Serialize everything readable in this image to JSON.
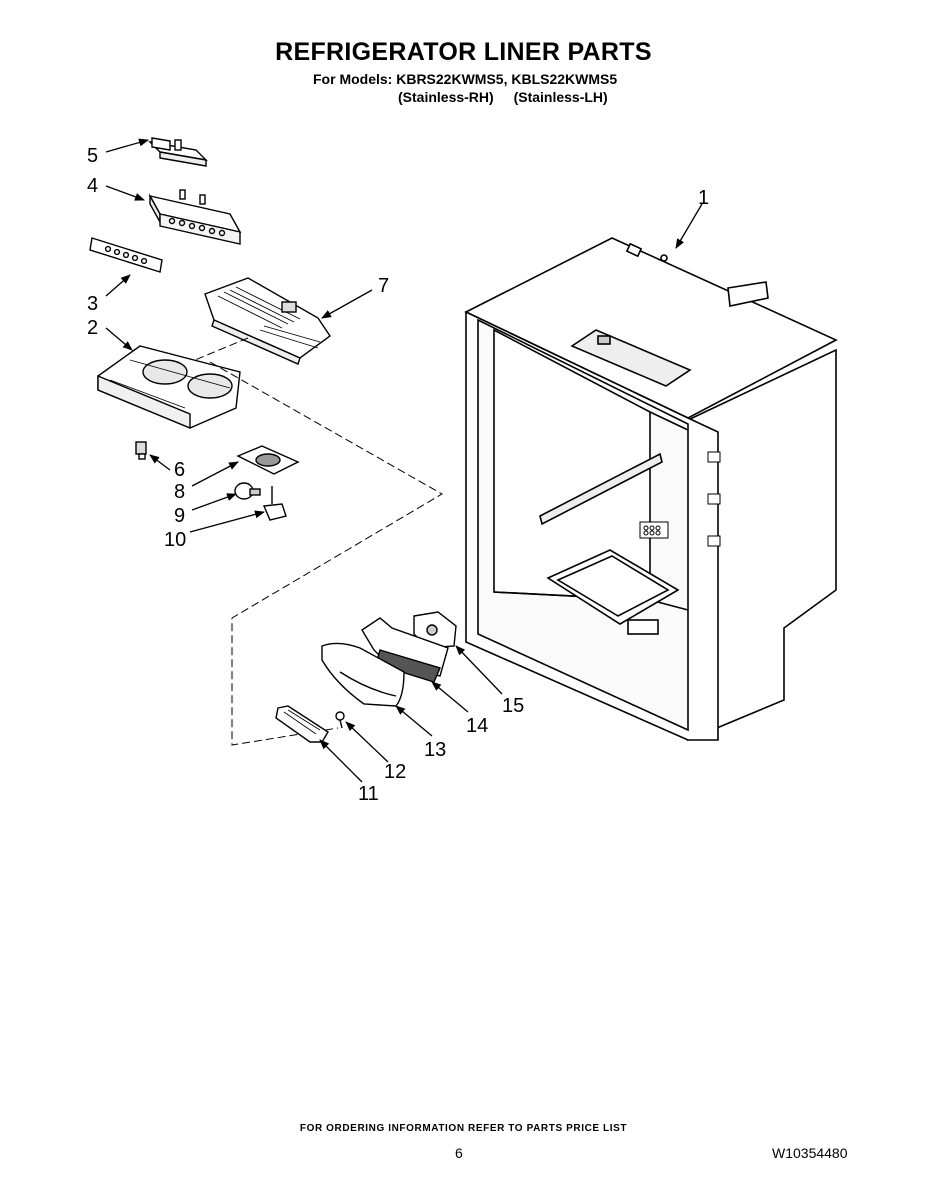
{
  "header": {
    "title": "REFRIGERATOR LINER PARTS",
    "models": "For Models: KBRS22KWMS5, KBLS22KWMS5",
    "variant_rh": "(Stainless-RH)",
    "variant_lh": "(Stainless-LH)"
  },
  "callouts": [
    "1",
    "2",
    "3",
    "4",
    "5",
    "6",
    "7",
    "8",
    "9",
    "10",
    "11",
    "12",
    "13",
    "14",
    "15"
  ],
  "footer": {
    "ordering_note": "FOR ORDERING INFORMATION REFER TO PARTS PRICE LIST",
    "page_number": "6",
    "document_number": "W10354480"
  }
}
